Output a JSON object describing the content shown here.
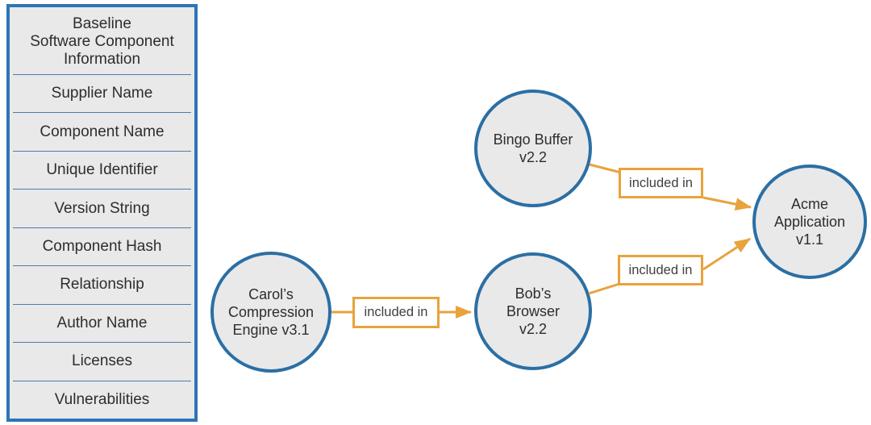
{
  "colors": {
    "panel_border": "#2e75b6",
    "panel_background": "#e9e9e9",
    "divider": "#4b7daf",
    "node_fill": "#e9e9ea",
    "node_stroke": "#2b6fa4",
    "edge_orange": "#e8a33d",
    "text": "#2d2d2d"
  },
  "panel": {
    "title_lines": [
      "Baseline",
      "Software Component",
      "Information"
    ],
    "rows": [
      "Supplier Name",
      "Component Name",
      "Unique Identifier",
      "Version String",
      "Component Hash",
      "Relationship",
      "Author Name",
      "Licenses",
      "Vulnerabilities"
    ]
  },
  "diagram": {
    "nodes": [
      {
        "id": "bingo-buffer",
        "lines": [
          "Bingo Buffer",
          "v2.2"
        ]
      },
      {
        "id": "carols-compression-engine",
        "lines": [
          "Carol’s",
          "Compression",
          "Engine v3.1"
        ]
      },
      {
        "id": "bobs-browser",
        "lines": [
          "Bob’s",
          "Browser",
          "v2.2"
        ]
      },
      {
        "id": "acme-application",
        "lines": [
          "Acme",
          "Application",
          "v1.1"
        ]
      }
    ],
    "edges": [
      {
        "from": "carols-compression-engine",
        "to": "bobs-browser",
        "label": "included in"
      },
      {
        "from": "bingo-buffer",
        "to": "acme-application",
        "label": "included in"
      },
      {
        "from": "bobs-browser",
        "to": "acme-application",
        "label": "included in"
      }
    ]
  }
}
